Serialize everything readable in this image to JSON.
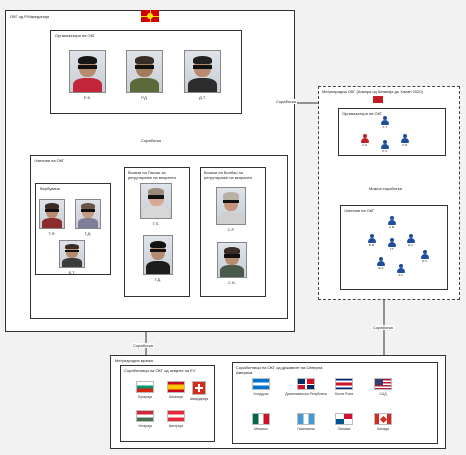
{
  "main_box": {
    "title": "ОКГ од Р.Македонија"
  },
  "leaders_box": {
    "title": "Организатори на ОКГ",
    "people": [
      {
        "label": "Е.Б."
      },
      {
        "label": "Р.Д."
      },
      {
        "label": "Д.Т."
      }
    ]
  },
  "link_main": "Соработка",
  "members_box": {
    "title": "Членови на ОКГ"
  },
  "recruiters": {
    "title": "Вербувачи",
    "people": [
      {
        "label": "Т.Ф."
      },
      {
        "label": "Г.Д."
      },
      {
        "label": "Б.Т."
      }
    ]
  },
  "drivers_1": {
    "title": "Возачи на Пасош за регрутирање на мигранти",
    "people": [
      {
        "label": "Т.Ѕ."
      },
      {
        "label": "Г.Д."
      }
    ]
  },
  "drivers_2": {
    "title": "Возачи на Билбао за регрутирање на мигранти",
    "people": [
      {
        "label": "С.Р."
      },
      {
        "label": "С.Б."
      }
    ]
  },
  "foreign_box": {
    "title": "Меѓународна ОКГ (Анкара од Шпанија до Хасан 2020)",
    "organizers": {
      "title": "Организатори на ОКГ",
      "labels": [
        "А.Т.",
        "А.Н.",
        "П.Х.",
        "С.Б."
      ]
    },
    "link": "Можна соработка",
    "members": {
      "title": "Членови на ОКГ",
      "labels": [
        "А.М.",
        "В.М.",
        "Г.Т.",
        "Д.С.",
        "Ж.А.",
        "З.К.",
        "И.Л."
      ]
    }
  },
  "link_foreign": "Соработка",
  "link_left": "Соработка",
  "link_down": "Соработка",
  "international_box": {
    "title": "Меѓународна мрежа",
    "eu": {
      "title": "Соработници на ОКГ од земјите на ЕУ",
      "countries": [
        {
          "label": "Бугарија"
        },
        {
          "label": "Шпанија"
        },
        {
          "label": "Швајцарија"
        },
        {
          "label": "Унгарија"
        },
        {
          "label": "Австрија"
        }
      ]
    },
    "americas": {
      "title": "Соработници на ОКГ од државите на Северна Америка",
      "countries": [
        {
          "label": "Хондурас"
        },
        {
          "label": "Доминиканска Република"
        },
        {
          "label": "Коста Рика"
        },
        {
          "label": "САД"
        },
        {
          "label": "Мексико"
        },
        {
          "label": "Гватемала"
        },
        {
          "label": "Панама"
        },
        {
          "label": "Канада"
        }
      ]
    }
  },
  "colors": {
    "person_blue": "#1e4f9e",
    "person_red": "#c0222a",
    "mk_flag": "#d20000",
    "mk_sun": "#ffe600"
  }
}
